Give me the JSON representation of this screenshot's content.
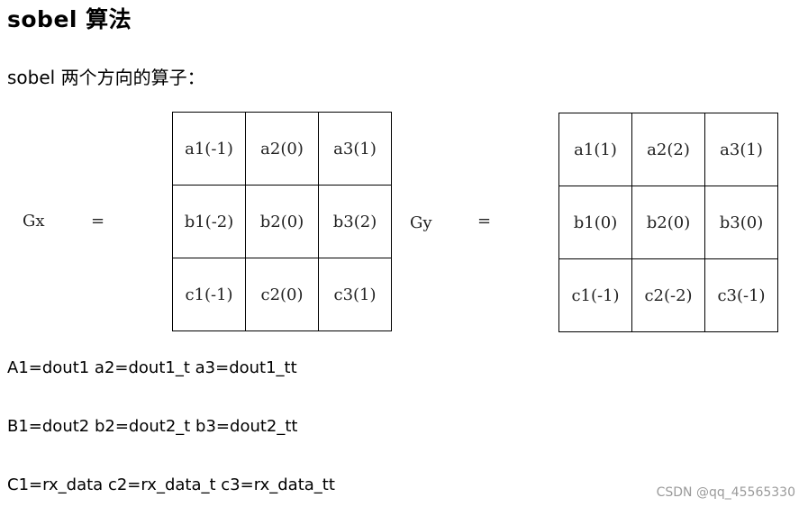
{
  "title": "sobel 算法",
  "subtitle": "sobel 两个方向的算子：",
  "gx": {
    "name": "Gx",
    "equals": "=",
    "cells": [
      [
        "a1(-1)",
        "a2(0)",
        "a3(1)"
      ],
      [
        "b1(-2)",
        "b2(0)",
        "b3(2)"
      ],
      [
        "c1(-1)",
        "c2(0)",
        "c3(1)"
      ]
    ]
  },
  "gy": {
    "name": "Gy",
    "equals": "=",
    "cells": [
      [
        "a1(1)",
        "a2(2)",
        "a3(1)"
      ],
      [
        "b1(0)",
        "b2(0)",
        "b3(0)"
      ],
      [
        "c1(-1)",
        "c2(-2)",
        "c3(-1)"
      ]
    ]
  },
  "lines": [
    "A1=dout1 a2=dout1_t a3=dout1_tt",
    "B1=dout2 b2=dout2_t b3=dout2_tt",
    "C1=rx_data c2=rx_data_t c3=rx_data_tt"
  ],
  "watermark": "CSDN @qq_45565330"
}
